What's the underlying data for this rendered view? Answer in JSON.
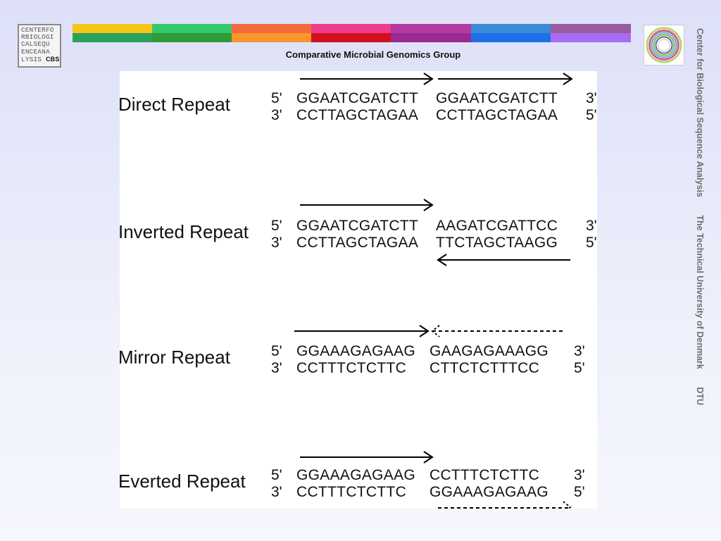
{
  "header": {
    "cbs_logo_rows": [
      "CENTERFO",
      "RBIOLOGI",
      "CALSEQU",
      "ENCEANA",
      "LYSIS"
    ],
    "cbs_logo_mark": "CBS",
    "group_title": "Comparative Microbial Genomics Group",
    "dtu_logo": "dtu-ring-logo",
    "bar_colors_top": [
      "#f5c518",
      "#33c96b",
      "#f26a3c",
      "#f03c8c",
      "#b23aa0",
      "#3a8ad8",
      "#9a5aa0"
    ],
    "bar_colors_bottom": [
      "#2aa05a",
      "#2e9a3a",
      "#f7962c",
      "#d0101c",
      "#9a2a92",
      "#1e6ee8",
      "#a86cf0"
    ]
  },
  "side": {
    "institute": "Center for Biological Sequence Analysis",
    "university": "The Technical University of Denmark",
    "abbr": "DTU"
  },
  "repeats": [
    {
      "label": "Direct Repeat",
      "top_left": "5'",
      "top_left_seq": "GGAATCGATCTT",
      "top_right_seq": "GGAATCGATCTT",
      "top_right": "3'",
      "bottom_left": "3'",
      "bottom_left_seq": "CCTTAGCTAGAA",
      "bottom_right_seq": "CCTTAGCTAGAA",
      "bottom_right": "5'"
    },
    {
      "label": "Inverted Repeat",
      "top_left": "5'",
      "top_left_seq": "GGAATCGATCTT",
      "top_right_seq": "AAGATCGATTCC",
      "top_right": "3'",
      "bottom_left": "3'",
      "bottom_left_seq": "CCTTAGCTAGAA",
      "bottom_right_seq": "TTCTAGCTAAGG",
      "bottom_right": "5'"
    },
    {
      "label": "Mirror Repeat",
      "top_left": "5'",
      "top_left_seq": "GGAAAGAGAAG",
      "top_right_seq": "GAAGAGAAAGG",
      "top_right": "3'",
      "bottom_left": "3'",
      "bottom_left_seq": "CCTTTCTCTTC",
      "bottom_right_seq": "CTTCTCTTTCC",
      "bottom_right": "5'"
    },
    {
      "label": "Everted Repeat",
      "top_left": "5'",
      "top_left_seq": "GGAAAGAGAAG",
      "top_right_seq": "CCTTTCTCTTC",
      "top_right": "3'",
      "bottom_left": "3'",
      "bottom_left_seq": "CCTTTCTCTTC",
      "bottom_right_seq": "GGAAAGAGAAG",
      "bottom_right": "5'"
    }
  ]
}
